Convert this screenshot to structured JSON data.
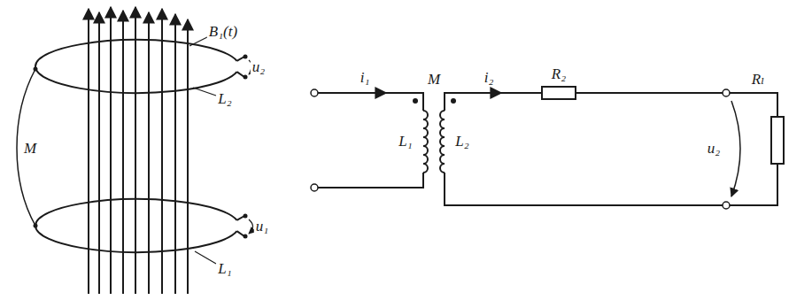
{
  "diagram": {
    "labels": [
      "B₁(t)",
      "u₂",
      "L₂",
      "M",
      "u₁",
      "L₁",
      "i₁",
      "M",
      "i₂",
      "R₂",
      "L₁",
      "L₂",
      "u₂",
      "Rₗ"
    ]
  }
}
